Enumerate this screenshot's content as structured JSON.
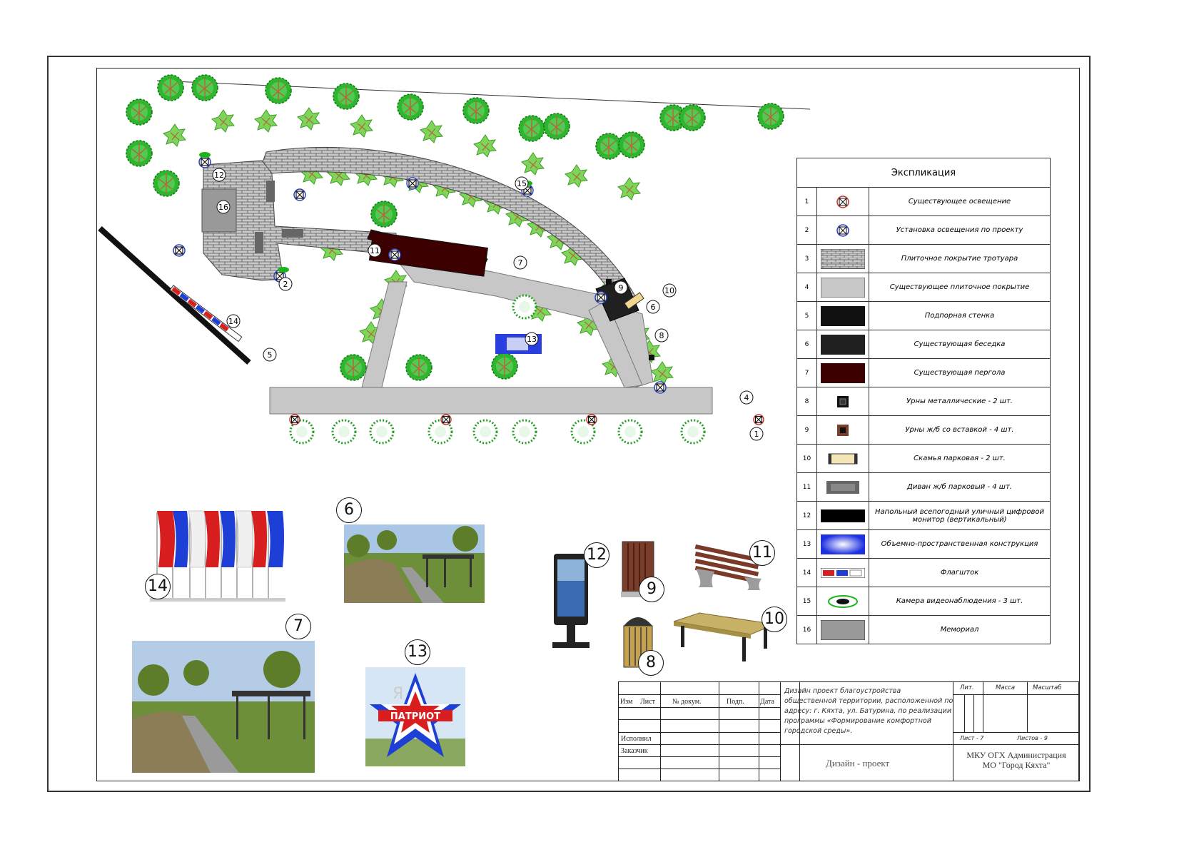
{
  "legend": {
    "title": "Экспликация",
    "items": [
      {
        "n": "1",
        "text": "Существующее освещение",
        "icon": "existing-light"
      },
      {
        "n": "2",
        "text": "Установка освещения по проекту",
        "icon": "project-light"
      },
      {
        "n": "3",
        "text": "Плиточное покрытие тротуара",
        "icon": "tile-paving"
      },
      {
        "n": "4",
        "text": "Существующее плиточное покрытие",
        "icon": "existing-paving"
      },
      {
        "n": "5",
        "text": "Подпорная стенка",
        "icon": "retaining-wall"
      },
      {
        "n": "6",
        "text": "Существующая беседка",
        "icon": "gazebo"
      },
      {
        "n": "7",
        "text": "Существующая пергола",
        "icon": "pergola"
      },
      {
        "n": "8",
        "text": "Урны металлические - 2 шт.",
        "icon": "metal-bin"
      },
      {
        "n": "9",
        "text": "Урны ж/б со вставкой - 4 шт.",
        "icon": "concrete-bin"
      },
      {
        "n": "10",
        "text": "Скамья парковая - 2 шт.",
        "icon": "park-bench"
      },
      {
        "n": "11",
        "text": "Диван ж/б парковый - 4 шт.",
        "icon": "park-sofa"
      },
      {
        "n": "12",
        "text": "Напольный всепогодный уличный цифровой монитор (вертикальный)",
        "icon": "digital-monitor"
      },
      {
        "n": "13",
        "text": "Объемно-пространственная конструкция",
        "icon": "volumetric-structure"
      },
      {
        "n": "14",
        "text": "Флагшток",
        "icon": "flagpole"
      },
      {
        "n": "15",
        "text": "Камера видеонаблюдения - 3 шт.",
        "icon": "camera"
      },
      {
        "n": "16",
        "text": "Мемориал",
        "icon": "memorial"
      }
    ]
  },
  "plan_labels": {
    "l1": "1",
    "l2": "2",
    "l4": "4",
    "l5": "5",
    "l6": "6",
    "l7": "7",
    "l8": "8",
    "l9": "9",
    "l10": "10",
    "l11": "11",
    "l12": "12",
    "l13": "13",
    "l14": "14",
    "l15": "15",
    "l16": "16"
  },
  "photos": {
    "flags_label": "14",
    "gazebo_label": "6",
    "pergola_label": "7",
    "patriot_label": "13",
    "patriot_text": "ПАТРИОТ",
    "patriot_letter": "Я",
    "monitor_label": "12",
    "bin9_label": "9",
    "bin8_label": "8",
    "sofa_label": "11",
    "bench_label": "10"
  },
  "title_block": {
    "col_izm": "Изм",
    "col_list": "Лист",
    "col_doc": "№ докум.",
    "col_podp": "Подп.",
    "col_data": "Дата",
    "row_ispolnil": "Исполнил",
    "row_zakazchik": "Заказчик",
    "description": [
      "Дизайн проект благоустройства",
      "общественной территории, расположенной по",
      "адресу: г. Кяхта, ул. Батурина, по реализации",
      "программы «Формирование комфортной",
      "городской среды»."
    ],
    "doc_type": "Дизайн - проект",
    "lit": "Лит.",
    "massa": "Масса",
    "masshtab": "Масштаб",
    "sheet": "Лист - 7",
    "sheets": "Листов - 9",
    "org_line1": "МКУ ОГХ Администрация",
    "org_line2": "МО \"Город Кяхта\""
  },
  "colors": {
    "tile": "#b9b9b9",
    "existing_paving": "#c7c7c7",
    "wall": "#111111",
    "gazebo": "#202020",
    "pergola": "#3d0000",
    "tree": "#2fb52f",
    "flag_red": "#d81e1e",
    "flag_blue": "#1e3fd6",
    "light_ring_existing": "#c0392b",
    "light_ring_project": "#2a3fbf"
  }
}
